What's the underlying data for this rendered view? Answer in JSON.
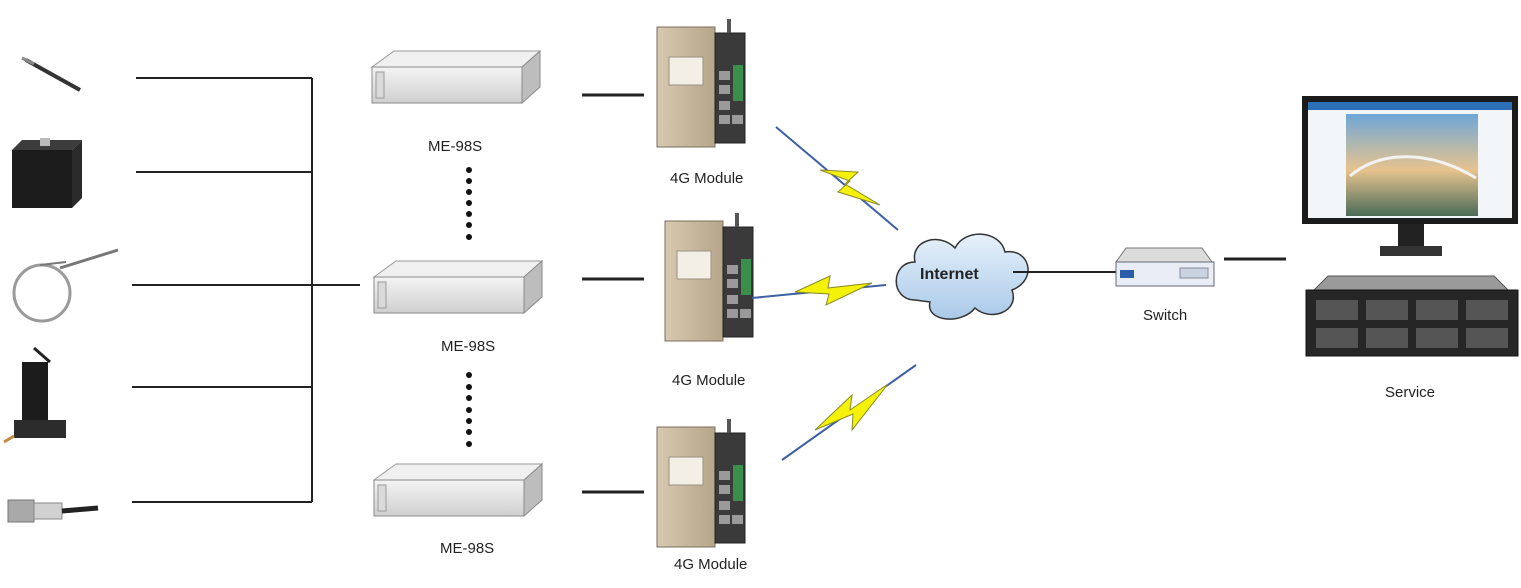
{
  "devices": {
    "acquisition": [
      {
        "label": "ME-98S"
      },
      {
        "label": "ME-98S"
      },
      {
        "label": "ME-98S"
      }
    ],
    "modules": [
      {
        "label": "4G Module"
      },
      {
        "label": "4G Module"
      },
      {
        "label": "4G Module"
      }
    ],
    "cloud": {
      "label": "Internet"
    },
    "switch": {
      "label": "Switch"
    },
    "server": {
      "label": "Service"
    }
  },
  "colors": {
    "line": "#222222",
    "bolt": "#f4f10a",
    "bolt_edge": "#3d5fa3",
    "cloud": "#bfd9ef",
    "device": "#e6e6e6",
    "module": "#c8b9a0"
  }
}
